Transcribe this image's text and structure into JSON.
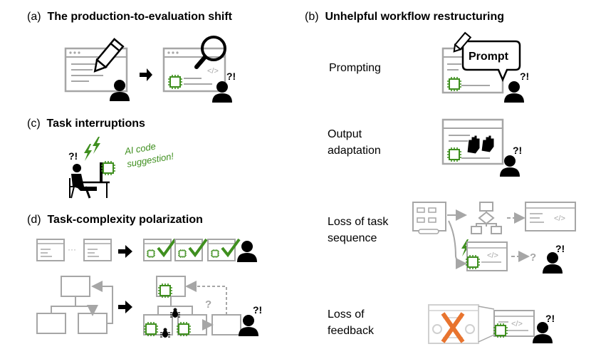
{
  "sections": {
    "a": {
      "letter": "(a)",
      "title": "The production-to-evaluation shift"
    },
    "b": {
      "letter": "(b)",
      "title": "Unhelpful workflow restructuring"
    },
    "c": {
      "letter": "(c)",
      "title": "Task interruptions"
    },
    "d": {
      "letter": "(d)",
      "title": "Task-complexity polarization"
    }
  },
  "b_items": {
    "prompting": "Prompting",
    "output_adaptation": "Output\nadaptation",
    "loss_of_task_sequence": "Loss of task\nsequence",
    "loss_of_feedback": "Loss of\nfeedback"
  },
  "bubble_text": "Prompt",
  "suggestion_text": "AI code\nsuggestion!",
  "marks": {
    "confusion": "?!",
    "question": "?",
    "ellipsis": "···",
    "code_tag": "</>",
    "ai_chip": "AI"
  },
  "colors": {
    "gray": "#a6a6a6",
    "green": "#3f8f1f",
    "orange": "#e8742f",
    "black": "#000000"
  }
}
